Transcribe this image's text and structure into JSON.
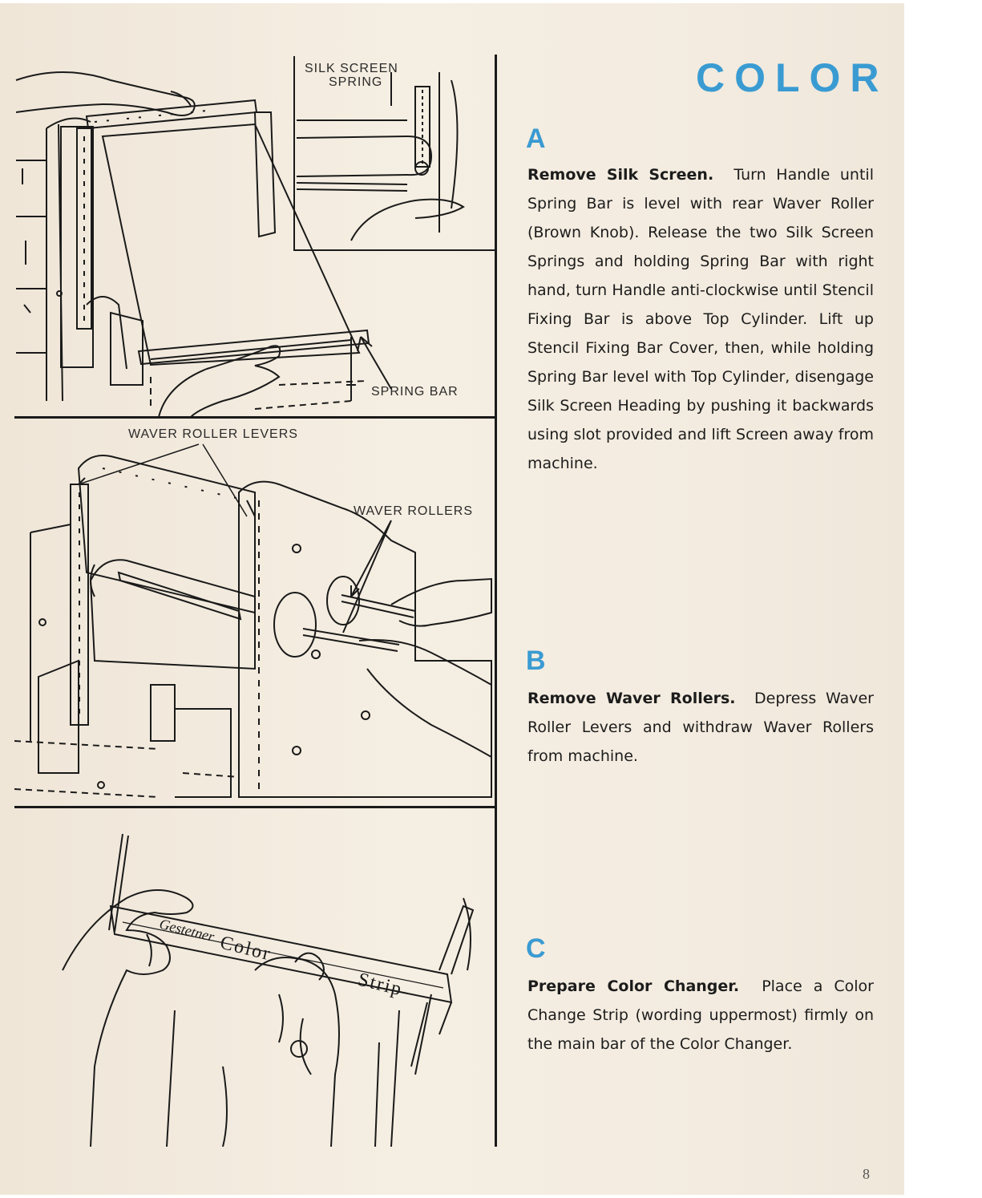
{
  "title": "COLOR",
  "labels": {
    "silk_screen": "SILK SCREEN",
    "spring": "SPRING",
    "spring_bar": "SPRING BAR",
    "waver_roller_levers": "WAVER ROLLER LEVERS",
    "waver_rollers": "WAVER ROLLERS"
  },
  "strip_text": {
    "brand": "Gestetner",
    "color": "Color",
    "strip": "Strip"
  },
  "sections": [
    {
      "letter": "A",
      "heading": "Remove Silk Screen.",
      "body": "Turn Handle until Spring Bar is level with rear Waver Roller (Brown Knob). Release the two Silk Screen Springs and holding Spring Bar with right hand, turn Handle anti-clockwise until Stencil Fixing Bar is above Top Cylinder. Lift up Stencil Fixing Bar Cover, then, while holding Spring Bar level with Top Cylinder, disengage Silk Screen Heading by pushing it backwards using slot provided and lift Screen away from machine."
    },
    {
      "letter": "B",
      "heading": "Remove Waver Rollers.",
      "body": "Depress Waver Roller Levers and withdraw Waver Rollers from machine."
    },
    {
      "letter": "C",
      "heading": "Prepare Color Changer.",
      "body": "Place a Color Change Strip (wording uppermost) firmly on the main bar of the Color Changer."
    }
  ],
  "page_number": "8",
  "colors": {
    "accent": "#3a9bd2",
    "ink": "#1c1c1c",
    "paper": "#f3ebdf"
  }
}
